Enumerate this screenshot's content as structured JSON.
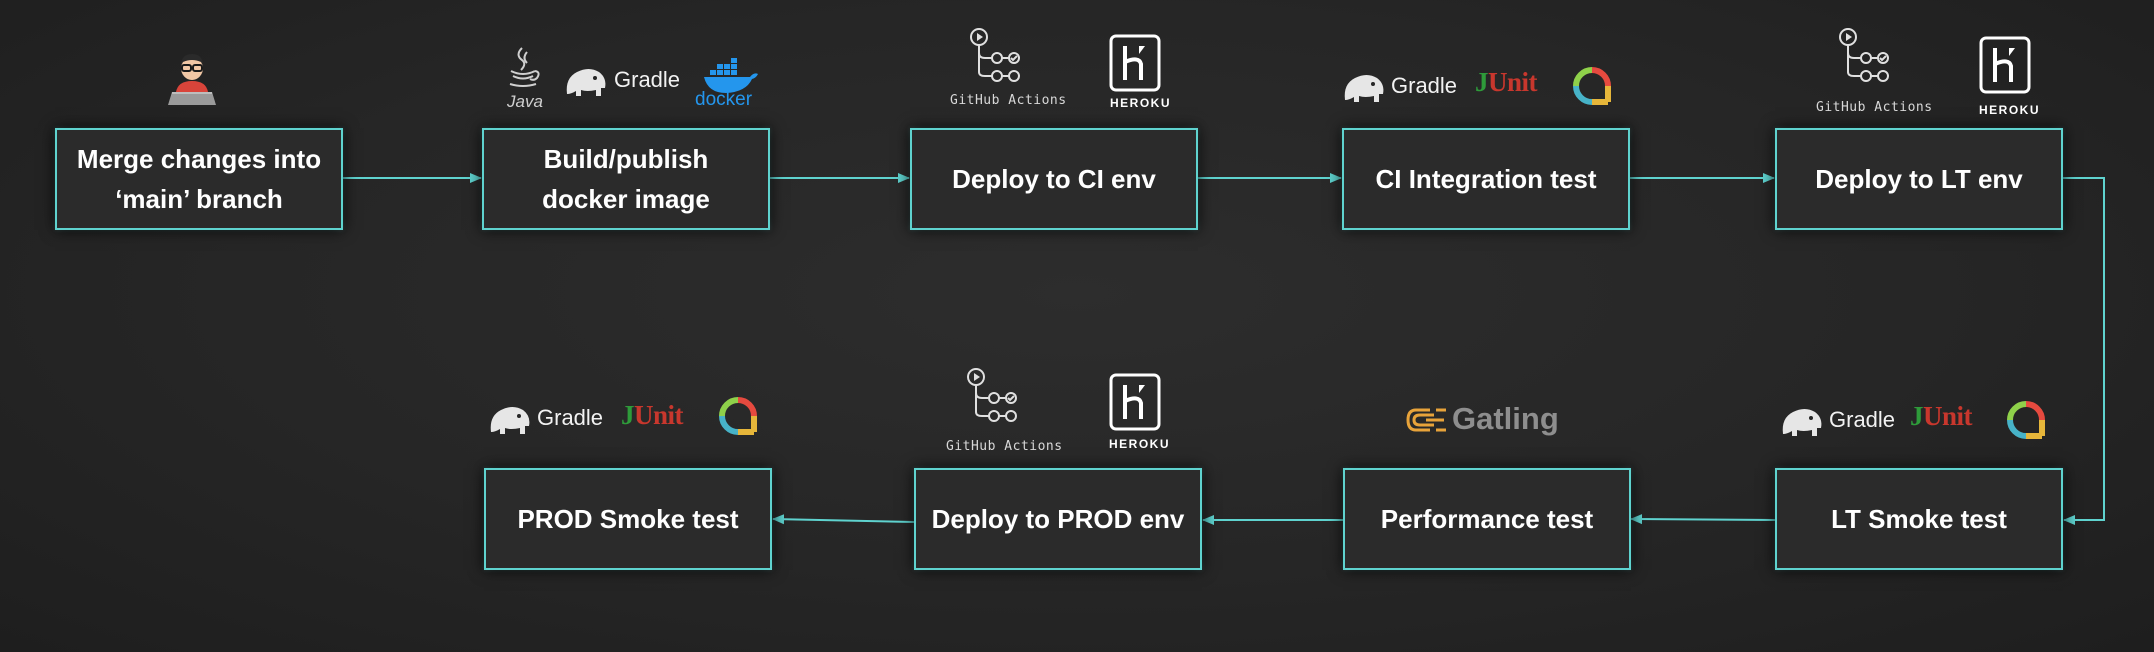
{
  "steps": [
    {
      "id": "merge",
      "label": "Merge changes  into\n‘main’ branch"
    },
    {
      "id": "build",
      "label": "Build/publish\ndocker image"
    },
    {
      "id": "deploy-ci",
      "label": "Deploy to CI env"
    },
    {
      "id": "ci-test",
      "label": "CI Integration test"
    },
    {
      "id": "deploy-lt",
      "label": "Deploy to LT env"
    },
    {
      "id": "lt-smoke",
      "label": "LT Smoke test"
    },
    {
      "id": "perf",
      "label": "Performance test"
    },
    {
      "id": "deploy-prod",
      "label": "Deploy to PROD env"
    },
    {
      "id": "prod-smoke",
      "label": "PROD Smoke test"
    }
  ],
  "logos": {
    "java": "Java",
    "gradle": "Gradle",
    "docker": "docker",
    "github_actions": "GitHub Actions",
    "heroku": "HEROKU",
    "junit_j": "J",
    "junit_unit": "Unit",
    "gatling": "Gatling"
  },
  "colors": {
    "box_border": "#5fd3cf",
    "arrow": "#5fd3cf",
    "junit_green": "#2e9b3a",
    "junit_red": "#c8372d",
    "docker_blue": "#2496ed",
    "gatling_orange": "#e8a33a"
  }
}
